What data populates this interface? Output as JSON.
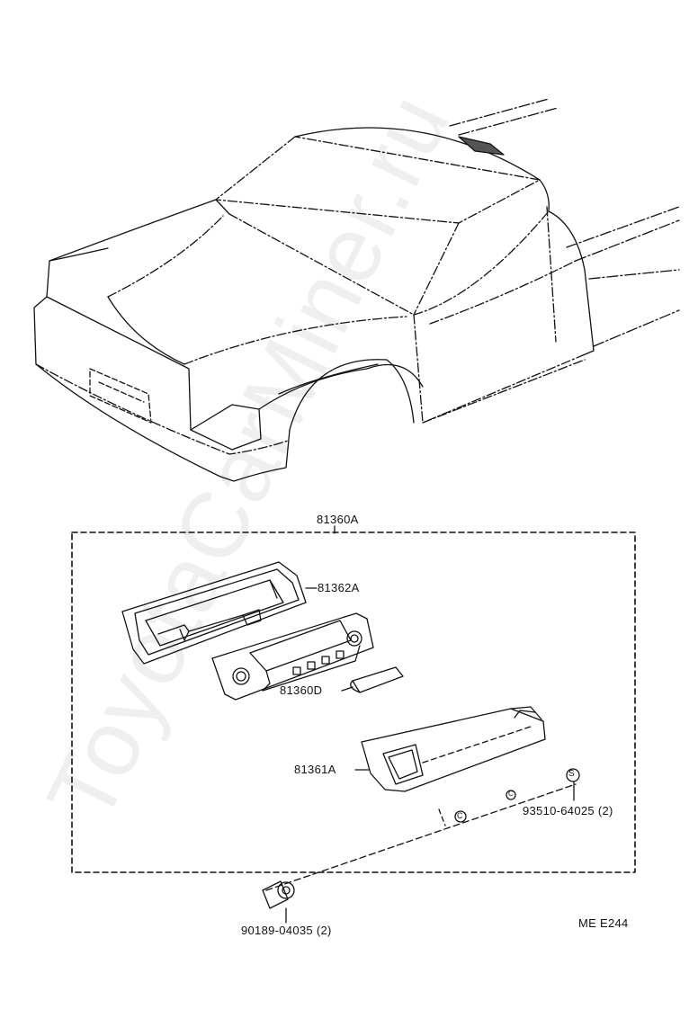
{
  "watermark": "ToyotaCarMiner.ru",
  "parts": {
    "assembly": "81360A",
    "lens_housing": "81362A",
    "bulb": "81360D",
    "cover": "81361A",
    "screw": "93510-64025 (2)",
    "bolt": "90189-04035 (2)"
  },
  "callout_symbols": {
    "s_mark": "S",
    "c_mark": "C"
  },
  "diagram_code": "ME E244",
  "colors": {
    "line": "#111111",
    "background": "#ffffff"
  }
}
